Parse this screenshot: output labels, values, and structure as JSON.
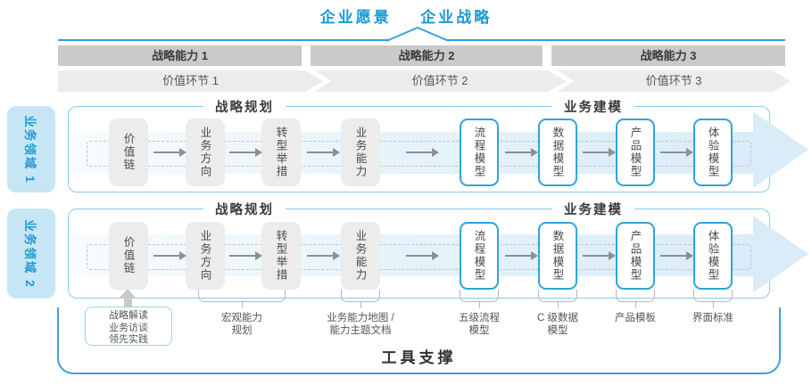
{
  "title": {
    "vision": "企业愿景",
    "strategy": "企业战略"
  },
  "strategic_capabilities": [
    "战略能力 1",
    "战略能力 2",
    "战略能力 3"
  ],
  "value_chain_links": [
    "价值环节 1",
    "价值环节 2",
    "价值环节 3"
  ],
  "business_domains": [
    "业务领域 1",
    "业务领域 2"
  ],
  "section_headers": {
    "strategic_planning": "战略规划",
    "business_modeling": "业务建模"
  },
  "flow_boxes": [
    {
      "label": "价值链",
      "style": "gray"
    },
    {
      "label": "业务方向",
      "style": "gray"
    },
    {
      "label": "转型举措",
      "style": "gray"
    },
    {
      "label": "业务能力",
      "style": "gray"
    },
    {
      "label": "流程模型",
      "style": "blue"
    },
    {
      "label": "数据模型",
      "style": "blue"
    },
    {
      "label": "产品模型",
      "style": "blue"
    },
    {
      "label": "体验模型",
      "style": "blue"
    }
  ],
  "annotations": {
    "practice_box_lines": [
      "战略解读",
      "业务访谈",
      "领先实践"
    ],
    "bottom_labels": [
      {
        "lines": [
          "宏观能力",
          "规划"
        ]
      },
      {
        "lines": [
          "业务能力地图 /",
          "能力主题文档"
        ]
      },
      {
        "lines": [
          "五级流程",
          "模型"
        ]
      },
      {
        "lines": [
          "C 级数据",
          "模型"
        ]
      },
      {
        "lines": [
          "产品模板"
        ]
      },
      {
        "lines": [
          "界面标准"
        ]
      }
    ]
  },
  "footer": {
    "label": "工具支撑"
  },
  "colors": {
    "accent_blue": "#1899d6",
    "line_blue": "#2aa2db",
    "domain_fill": "#c7e6f5",
    "bar_gray": "#cacaca",
    "chevron_gray": "#ececec",
    "box_gray": "#ececec",
    "box_border_blue": "#2fa3dc",
    "lane_border": "#8ccbe9",
    "flow_band_blue": "#d9ecf8",
    "footer_border": "#3fa0d7"
  }
}
